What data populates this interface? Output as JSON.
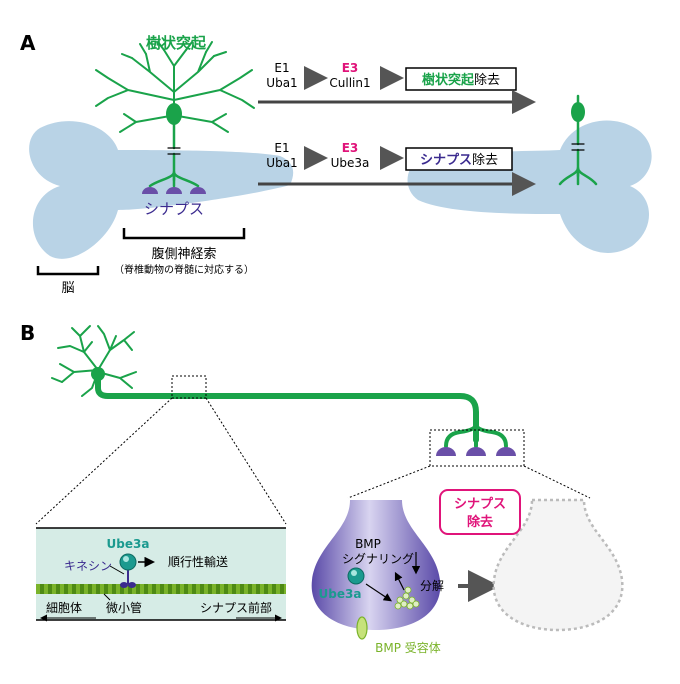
{
  "panelA": {
    "label": "A",
    "dendrite_title": "樹状突起",
    "synapse_label": "シナプス",
    "ventral_nerve_cord": "腹側神経索",
    "ventral_note": "（脊椎動物の脊髄に対応する）",
    "brain": "脳",
    "path1": {
      "e1": "E1",
      "e1_name": "Uba1",
      "e3": "E3",
      "e3_name": "Cullin1",
      "result_highlight": "樹状突起",
      "result_suffix": "除去"
    },
    "path2": {
      "e1": "E1",
      "e1_name": "Uba1",
      "e3": "E3",
      "e3_name": "Ube3a",
      "result_highlight": "シナプス",
      "result_suffix": "除去"
    }
  },
  "panelB": {
    "label": "B",
    "ube3a": "Ube3a",
    "kinesin": "キネシン",
    "anterograde": "順行性輸送",
    "cell_body": "細胞体",
    "microtubule": "微小管",
    "presynaptic": "シナプス前部",
    "bmp_line1": "BMP",
    "bmp_line2": "シグナリング",
    "ube3a_terminal": "Ube3a",
    "degradation": "分解",
    "bmp_receptor": "BMP 受容体",
    "synapse_removal_1": "シナプス",
    "synapse_removal_2": "除去"
  },
  "colors": {
    "neuron_green": "#1aa34a",
    "synapse_purple": "#6a4fa8",
    "body_blue": "#b9d3e6",
    "magenta": "#e0147a",
    "teal": "#1b9a8f",
    "lime": "#7ab32a"
  }
}
